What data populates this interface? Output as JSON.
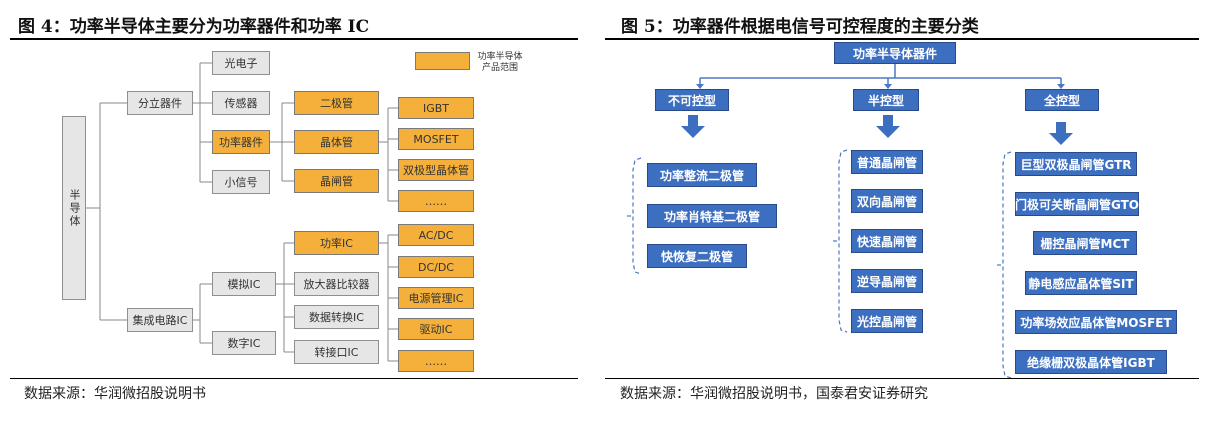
{
  "left": {
    "title": "图 4：功率半导体主要分为功率器件和功率 IC",
    "source": "数据来源：华润微招股说明书",
    "legend": {
      "line1": "功率半导体",
      "line2": "产品范围",
      "color": "#f4b03a"
    },
    "root": "半导体",
    "level1": [
      "分立器件",
      "集成电路IC"
    ],
    "discrete_children": [
      "光电子",
      "传感器",
      "功率器件",
      "小信号"
    ],
    "ic_children": [
      "模拟IC",
      "数字IC"
    ],
    "power_device_children": [
      "二极管",
      "晶体管",
      "晶闸管"
    ],
    "transistor_children": [
      "IGBT",
      "MOSFET",
      "双极型晶体管",
      "……"
    ],
    "analog_children": [
      "功率IC",
      "放大器比较器",
      "数据转换IC",
      "转接口IC"
    ],
    "power_ic_children": [
      "AC/DC",
      "DC/DC",
      "电源管理IC",
      "驱动IC",
      "……"
    ]
  },
  "right": {
    "title": "图 5：功率器件根据电信号可控程度的主要分类",
    "source": "数据来源：华润微招股说明书，国泰君安证券研究",
    "top": "功率半导体器件",
    "categories": [
      {
        "label": "不可控型",
        "items": [
          "功率整流二极管",
          "功率肖特基二极管",
          "快恢复二极管"
        ]
      },
      {
        "label": "半控型",
        "items": [
          "普通晶闸管",
          "双向晶闸管",
          "快速晶闸管",
          "逆导晶闸管",
          "光控晶闸管"
        ]
      },
      {
        "label": "全控型",
        "items": [
          "巨型双极晶闸管GTR",
          "门极可关断晶闸管GTO",
          "栅控晶闸管MCT",
          "静电感应晶体管SIT",
          "功率场效应晶体管MOSFET",
          "绝缘栅双极晶体管IGBT"
        ]
      }
    ],
    "box_color": "#3d6fc0"
  }
}
